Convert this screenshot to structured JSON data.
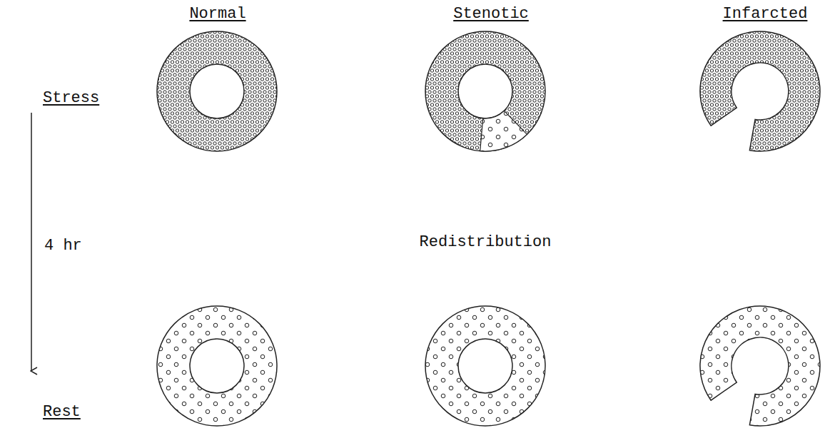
{
  "diagram": {
    "labels": [
      "Normal",
      "Stenotic",
      "Infarcted",
      "Stress",
      "4 hr",
      "Redistribution",
      "Rest"
    ]
  }
}
